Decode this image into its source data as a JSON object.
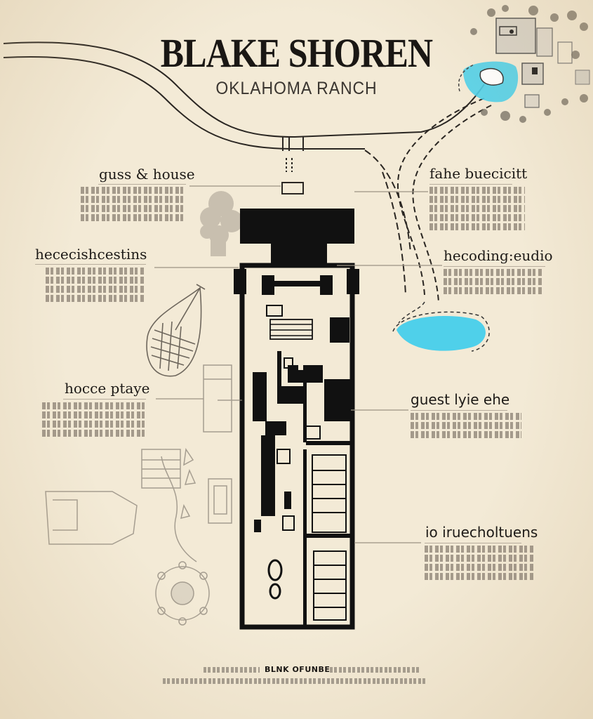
{
  "title": "BLAKE SHOREN",
  "subtitle": "OKLAHOMA RANCH",
  "labels": {
    "left_1": "guss & house",
    "left_2": "hececishcestins",
    "left_3": "hocce ptaye",
    "right_1": "fahe buecicitt",
    "right_2": "hecoding:eudio",
    "right_3": "guest lyie ehe",
    "right_4": "io iruecholtuens"
  },
  "footer": {
    "title": "BLNK OFUNBE"
  },
  "colors": {
    "paper": "#f3ead6",
    "ink": "#1a1714",
    "pond": "#4fd0ea"
  }
}
